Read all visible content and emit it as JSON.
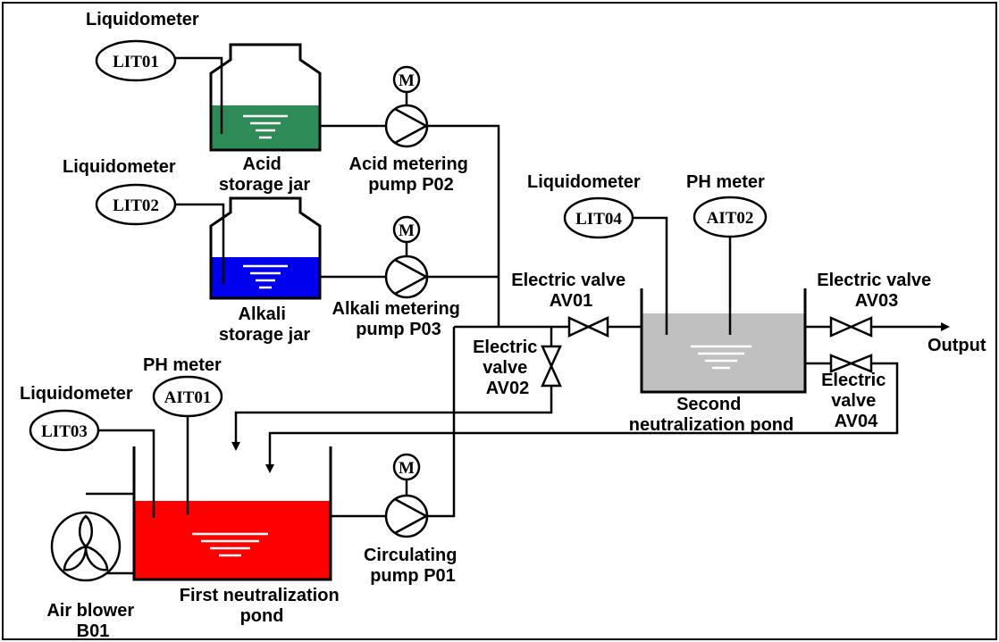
{
  "labels": {
    "liquidometer_1": "Liquidometer",
    "liquidometer_2": "Liquidometer",
    "liquidometer_3": "Liquidometer",
    "liquidometer_4": "Liquidometer",
    "ph_meter_1": "PH meter",
    "ph_meter_2": "PH meter",
    "acid_jar": [
      "Acid",
      "storage jar"
    ],
    "alkali_jar": [
      "Alkali",
      "storage jar"
    ],
    "acid_pump": [
      "Acid metering",
      "pump P02"
    ],
    "alkali_pump": [
      "Alkali metering",
      "pump P03"
    ],
    "circ_pump": [
      "Circulating",
      "pump P01"
    ],
    "av01": [
      "Electric valve",
      "AV01"
    ],
    "av02": [
      "Electric",
      "valve",
      "AV02"
    ],
    "av03": [
      "Electric valve",
      "AV03"
    ],
    "av04": [
      "Electric",
      "valve",
      "AV04"
    ],
    "output": "Output",
    "second_pond": [
      "Second",
      "neutralization pond"
    ],
    "first_pond": [
      "First neutralization",
      "pond"
    ],
    "blower": [
      "Air blower",
      "B01"
    ]
  },
  "instruments": {
    "lit01": "LIT01",
    "lit02": "LIT02",
    "lit03": "LIT03",
    "lit04": "LIT04",
    "ait01": "AIT01",
    "ait02": "AIT02"
  },
  "motor_symbol": "M",
  "colors": {
    "acid_liquid": "#2e8b57",
    "alkali_liquid": "#0000ee",
    "second_pond_liquid": "#c0c0c0",
    "first_pond_liquid": "#ff0000"
  }
}
